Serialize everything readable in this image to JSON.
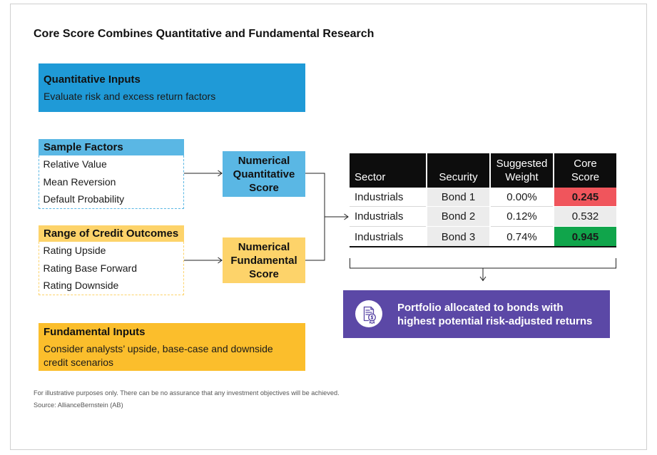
{
  "title": "Core Score Combines Quantitative and Fundamental Research",
  "colors": {
    "quant_blue": "#1f9ad7",
    "light_blue": "#5ab7e4",
    "light_yellow": "#fdd36a",
    "fund_yellow": "#fbbe2c",
    "low_score_red": "#f0555c",
    "high_score_green": "#10a54b",
    "result_purple": "#5b48a6",
    "cell_gray": "#ececec"
  },
  "quantitative_inputs": {
    "heading": "Quantitative Inputs",
    "text": "Evaluate risk and excess return factors"
  },
  "sample_factors": {
    "heading": "Sample Factors",
    "items": [
      "Relative Value",
      "Mean Reversion",
      "Default Probability"
    ]
  },
  "quantitative_score": {
    "lines": [
      "Numerical",
      "Quantitative",
      "Score"
    ]
  },
  "credit_outcomes": {
    "heading": "Range of Credit Outcomes",
    "items": [
      "Rating Upside",
      "Rating Base Forward",
      "Rating Downside"
    ]
  },
  "fundamental_score": {
    "lines": [
      "Numerical",
      "Fundamental",
      "Score"
    ]
  },
  "fundamental_inputs": {
    "heading": "Fundamental Inputs",
    "text_lines": [
      "Consider analysts’ upside, base-case and downside",
      "credit scenarios"
    ]
  },
  "table": {
    "columns": [
      {
        "lines": [
          "Sector"
        ]
      },
      {
        "lines": [
          "Security"
        ]
      },
      {
        "lines": [
          "Suggested",
          "Weight"
        ]
      },
      {
        "lines": [
          "Core",
          "Score"
        ]
      }
    ],
    "rows": [
      {
        "sector": "Industrials",
        "security": "Bond 1",
        "suggested_weight": "0.00%",
        "core_score": "0.245",
        "score_bg": "#f0555c"
      },
      {
        "sector": "Industrials",
        "security": "Bond 2",
        "suggested_weight": "0.12%",
        "core_score": "0.532",
        "score_bg": "#ececec"
      },
      {
        "sector": "Industrials",
        "security": "Bond 3",
        "suggested_weight": "0.74%",
        "core_score": "0.945",
        "score_bg": "#10a54b"
      }
    ]
  },
  "result": {
    "icon": "certificate-icon",
    "lines": [
      "Portfolio allocated to bonds with",
      "highest potential risk-adjusted returns"
    ]
  },
  "footnotes": [
    "For illustrative purposes only. There can be no assurance that any investment objectives will be achieved.",
    "Source: AllianceBernstein (AB)"
  ]
}
